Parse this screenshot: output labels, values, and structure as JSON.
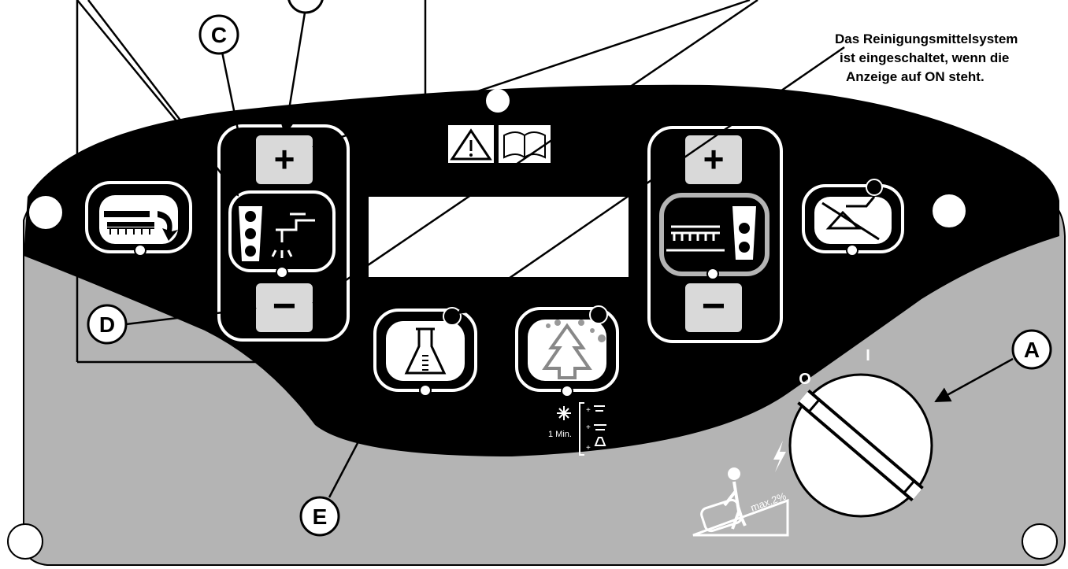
{
  "callouts": {
    "a": "A",
    "c": "C",
    "d": "D",
    "e": "E"
  },
  "note": {
    "line1": "Das Reinigungsmittelsystem",
    "line2": "ist eingeschaltet, wenn die",
    "line3": "Anzeige auf ON steht."
  },
  "buttons": {
    "plus": "+",
    "minus": "−"
  },
  "panel": {
    "timer_label": "1 Min.",
    "slope_label": "max.2%",
    "dial_off": "O",
    "dial_on": "I"
  },
  "colors": {
    "panel_gray": "#b4b4b4",
    "panel_black": "#000000",
    "key_gray": "#d9d9d9"
  }
}
